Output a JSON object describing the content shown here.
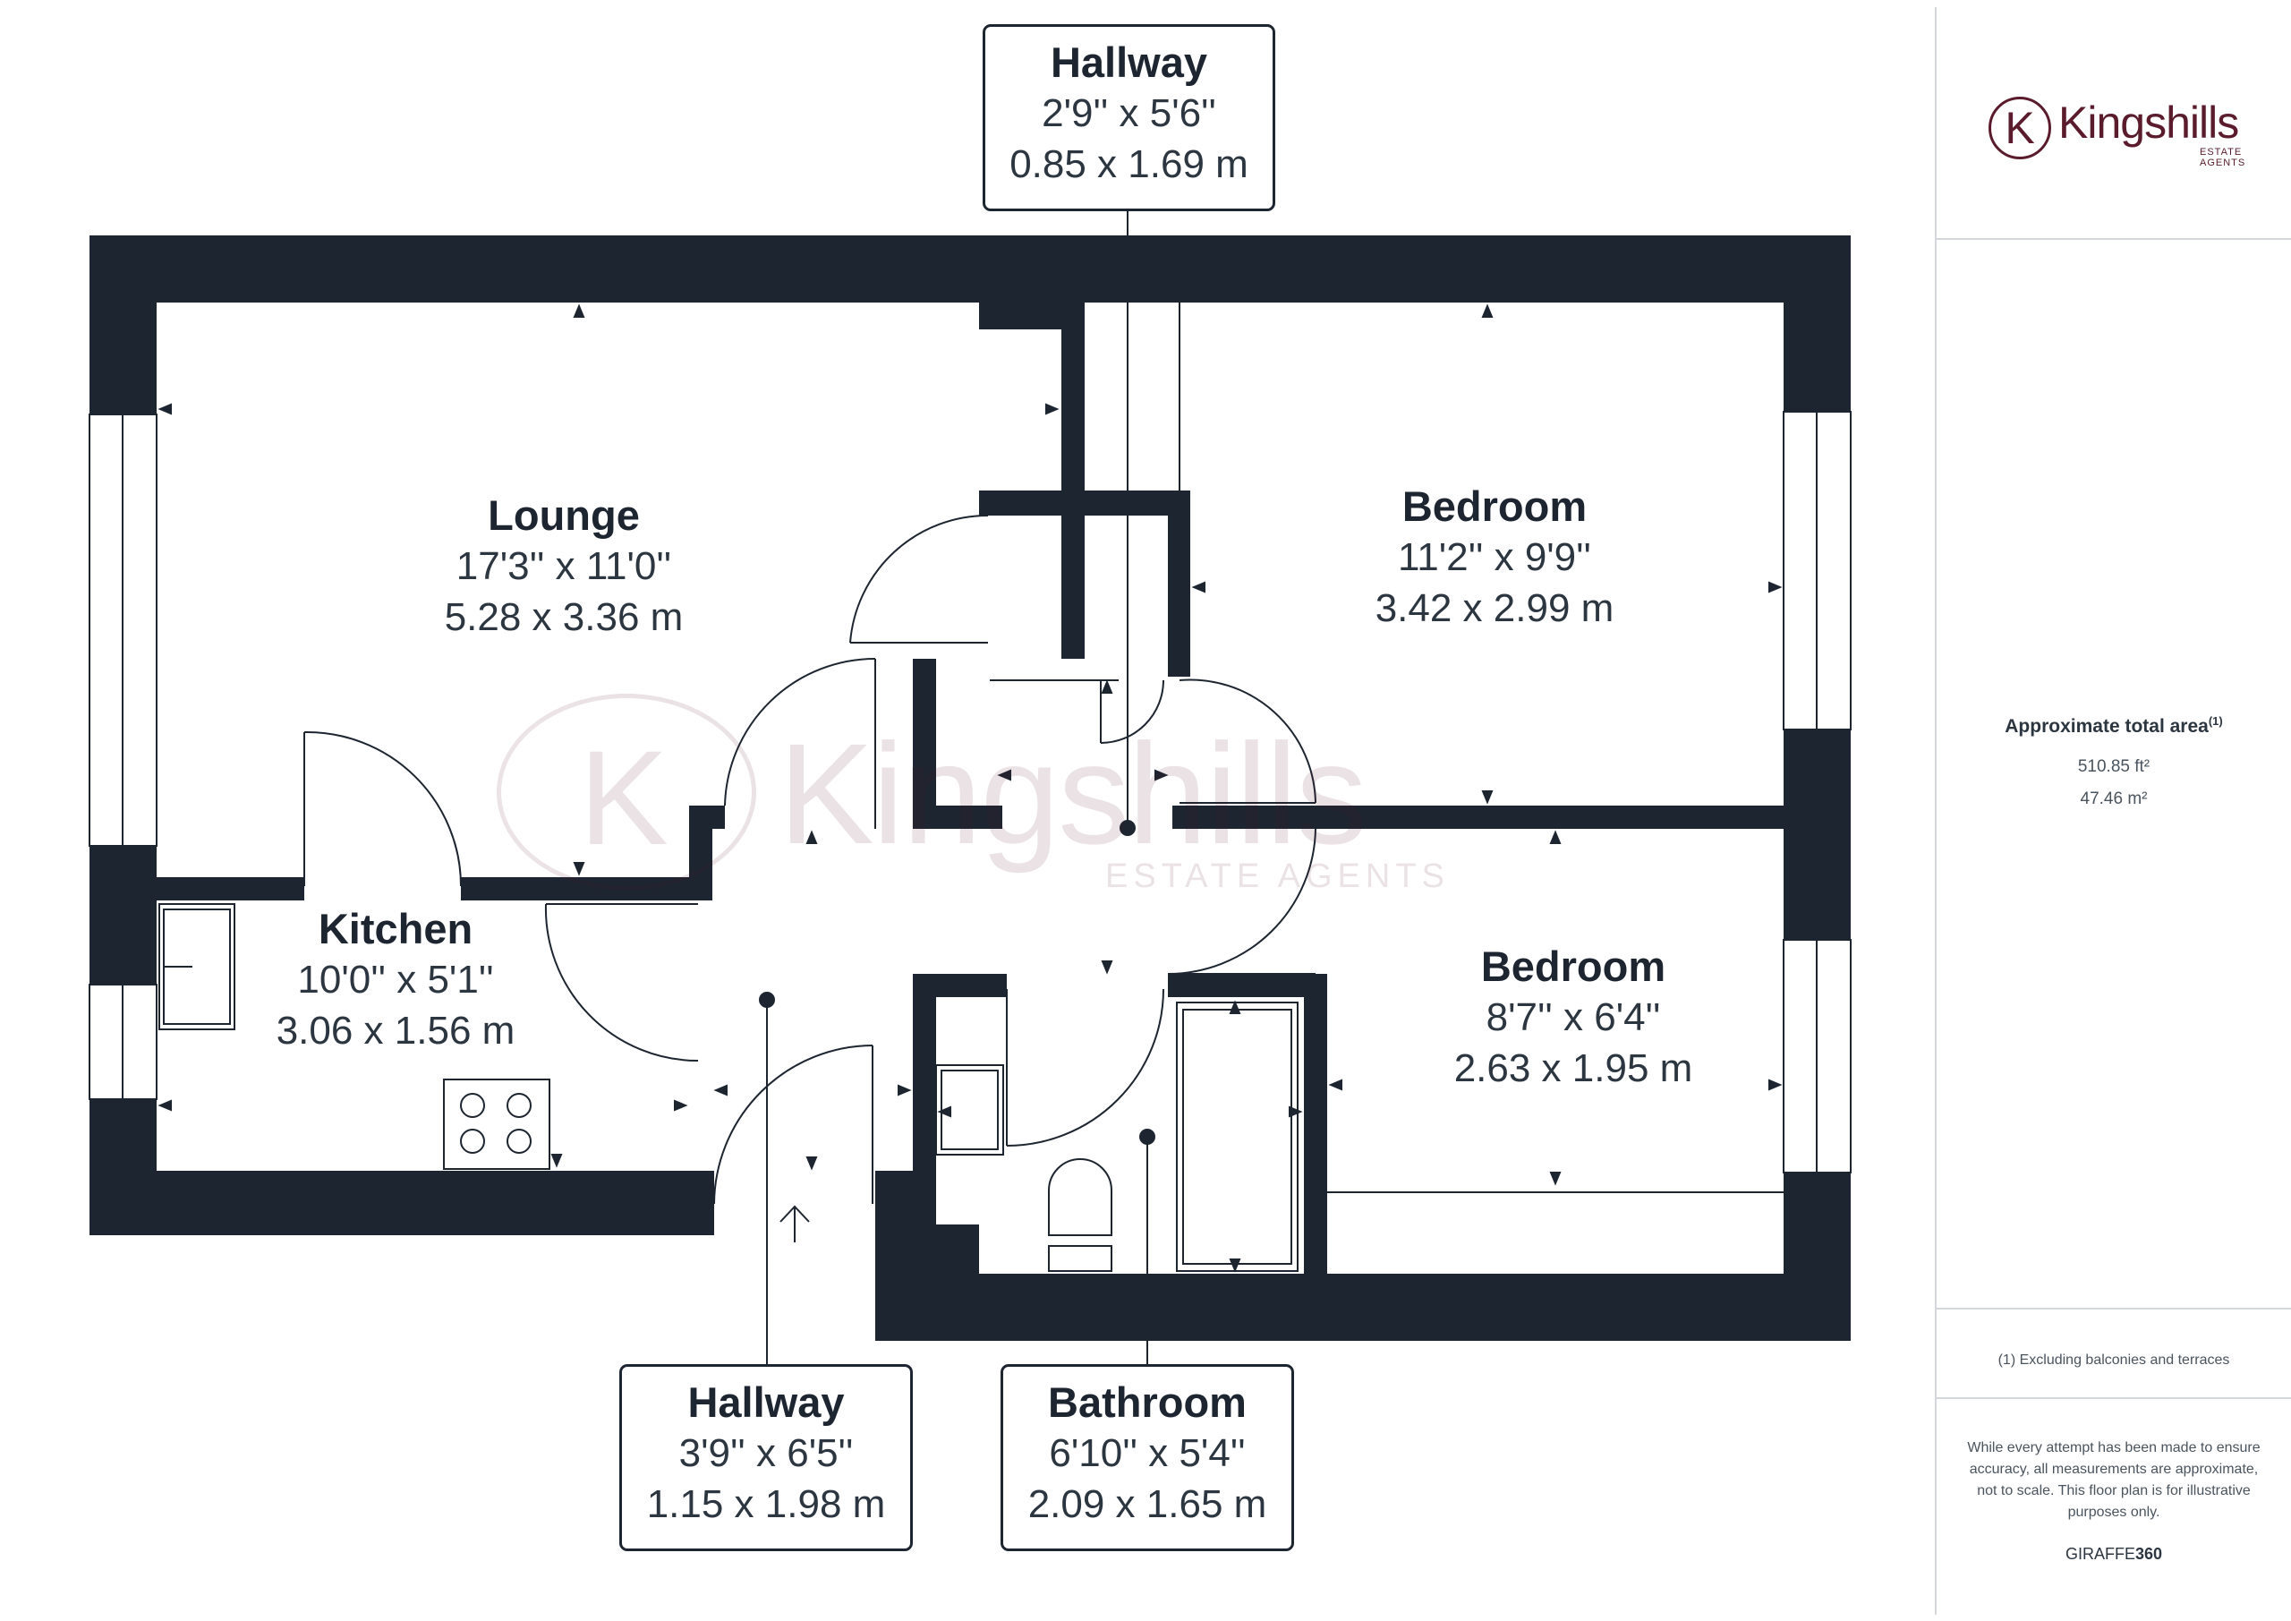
{
  "rooms": {
    "lounge": {
      "name": "Lounge",
      "imperial": "17'3'' x 11'0''",
      "metric": "5.28 x 3.36 m"
    },
    "bedroom_1": {
      "name": "Bedroom",
      "imperial": "11'2'' x 9'9''",
      "metric": "3.42 x 2.99 m"
    },
    "kitchen": {
      "name": "Kitchen",
      "imperial": "10'0'' x 5'1''",
      "metric": "3.06 x 1.56 m"
    },
    "bedroom_2": {
      "name": "Bedroom",
      "imperial": "8'7'' x 6'4''",
      "metric": "2.63 x 1.95 m"
    },
    "hallway_top": {
      "name": "Hallway",
      "imperial": "2'9'' x 5'6''",
      "metric": "0.85 x 1.69 m"
    },
    "hallway_bottom": {
      "name": "Hallway",
      "imperial": "3'9'' x 6'5''",
      "metric": "1.15 x 1.98 m"
    },
    "bathroom": {
      "name": "Bathroom",
      "imperial": "6'10'' x 5'4''",
      "metric": "2.09 x 1.65 m"
    }
  },
  "sidebar": {
    "logo": {
      "initial": "K",
      "word": "Kingshills",
      "sub": "ESTATE AGENTS"
    },
    "area_title": "Approximate total area",
    "area_note_marker": "(1)",
    "area_sqft": "510.85 ft²",
    "area_sqm": "47.46 m²",
    "footnote": "(1) Excluding balconies and terraces",
    "disclaimer": "While every attempt has been made to ensure accuracy, all measurements are approximate, not to scale. This floor plan is for illustrative purposes only.",
    "brand_prefix": "GIRAFFE",
    "brand_suffix": "360"
  },
  "watermark": {
    "initial": "K",
    "word": "Kingshills",
    "sub": "ESTATE AGENTS"
  },
  "colors": {
    "wall": "#1c2530",
    "text": "#2c3640",
    "brand": "#5a1c2c",
    "divider": "#d4d8dc"
  }
}
